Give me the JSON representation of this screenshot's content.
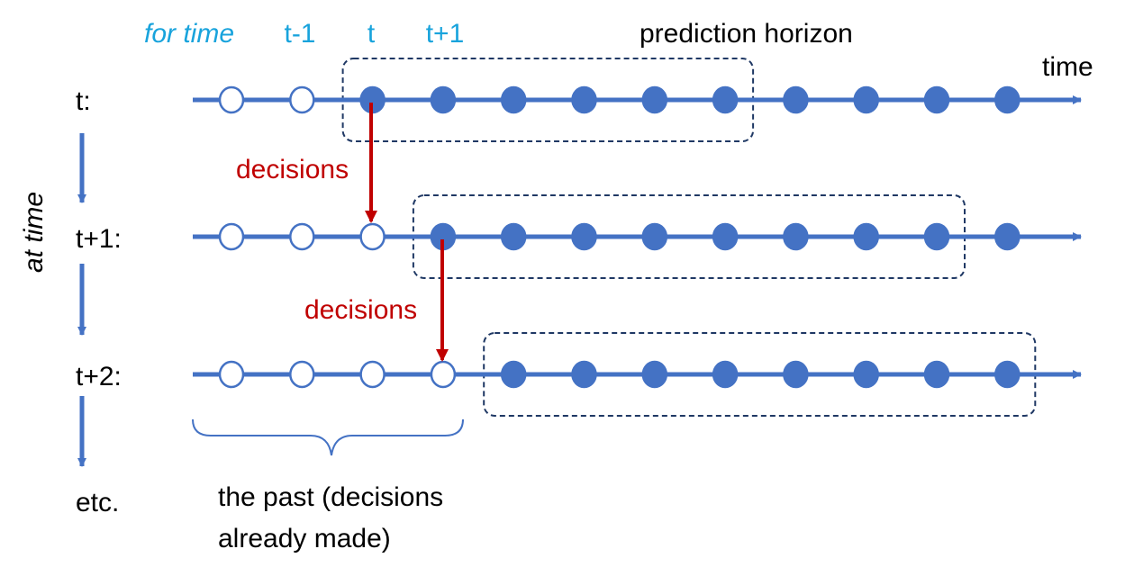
{
  "header": {
    "for_time_label": "for time",
    "time_labels": [
      "t-1",
      "t",
      "t+1"
    ],
    "prediction_horizon_label": "prediction horizon",
    "time_axis_label": "time"
  },
  "side": {
    "at_time_label": "at time",
    "rows": [
      "t:",
      "t+1:",
      "t+2:",
      "etc."
    ]
  },
  "decisions_label": "decisions",
  "past_label_line1": "the past (decisions",
  "past_label_line2": "already made)",
  "timelines": [
    {
      "past_count": 2,
      "horizon_start": 2,
      "horizon_end": 7
    },
    {
      "past_count": 3,
      "horizon_start": 3,
      "horizon_end": 10
    },
    {
      "past_count": 4,
      "horizon_start": 4,
      "horizon_end": 11
    }
  ],
  "nodes_per_timeline": 12,
  "colors": {
    "line": "#4472c4",
    "node_fill": "#4472c4",
    "horizon_box": "#1f3864",
    "decision_arrow": "#c00000",
    "time_label": "#18a3dc"
  }
}
